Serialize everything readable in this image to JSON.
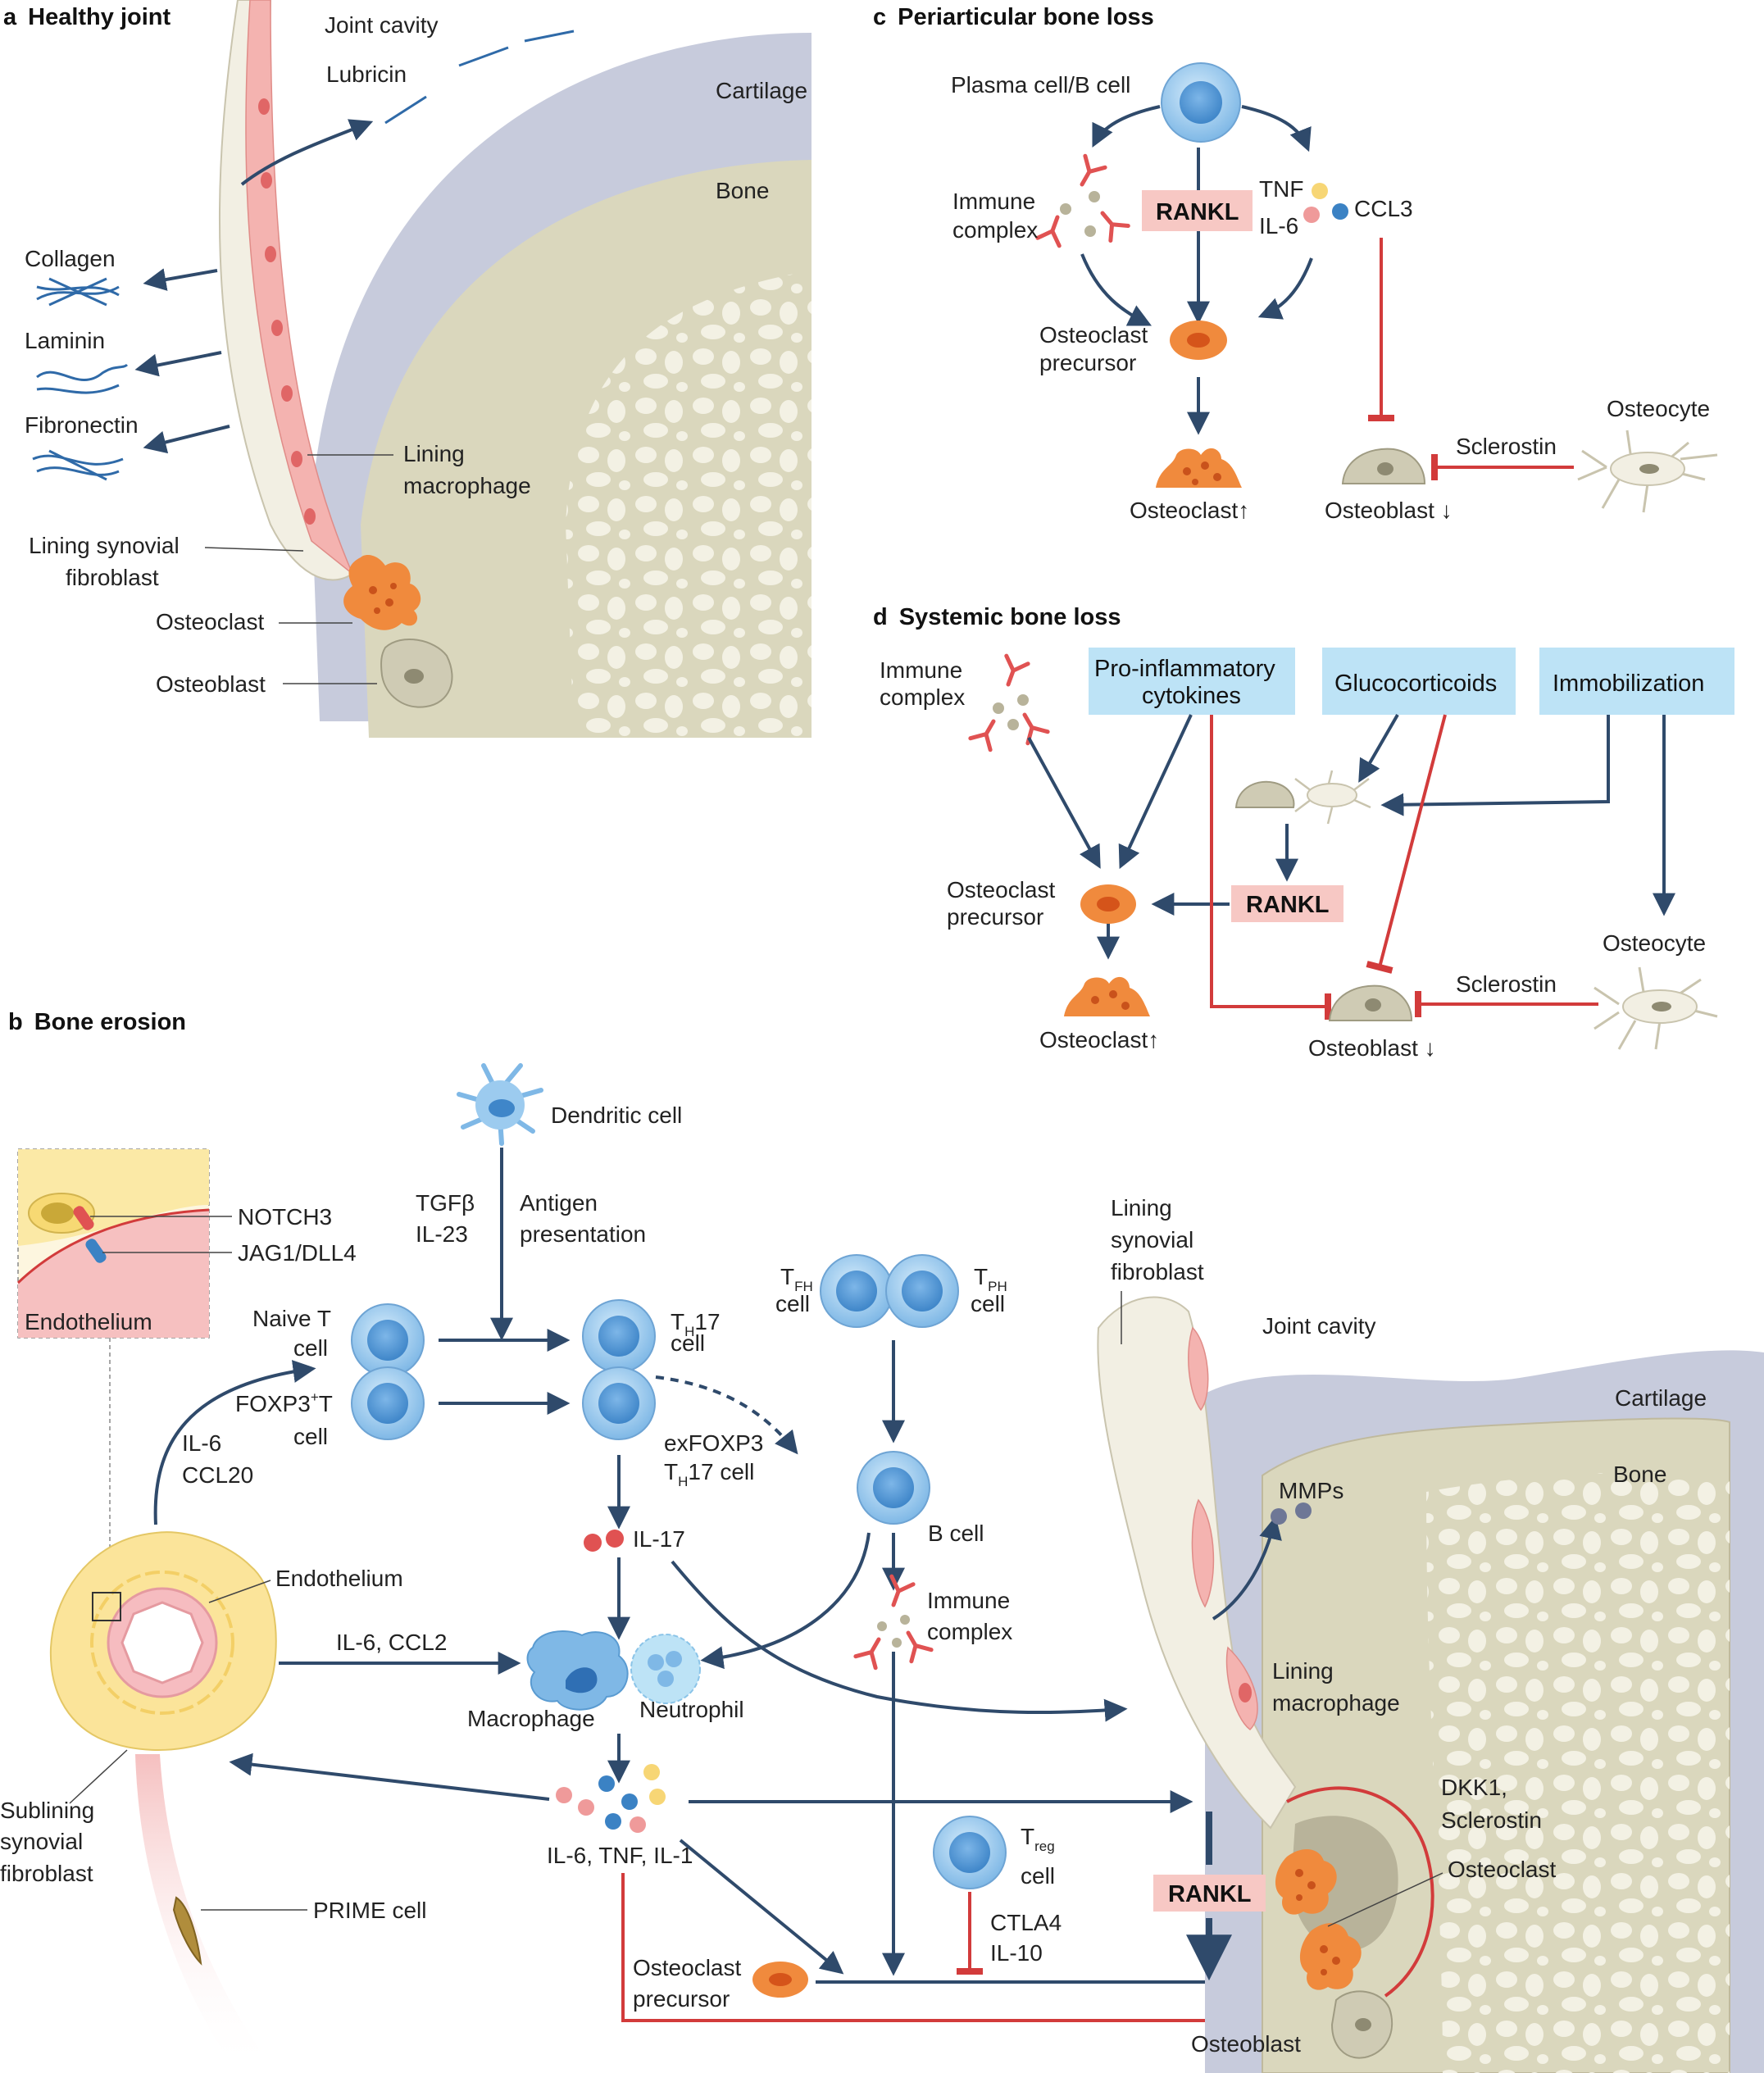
{
  "panels": {
    "a": {
      "letter": "a",
      "title": "Healthy joint"
    },
    "b": {
      "letter": "b",
      "title": "Bone erosion"
    },
    "c": {
      "letter": "c",
      "title": "Periarticular bone loss"
    },
    "d": {
      "letter": "d",
      "title": "Systemic bone loss"
    }
  },
  "a": {
    "joint_cavity": "Joint cavity",
    "lubricin": "Lubricin",
    "cartilage": "Cartilage",
    "bone": "Bone",
    "collagen": "Collagen",
    "laminin": "Laminin",
    "fibronectin": "Fibronectin",
    "lining_mac_1": "Lining",
    "lining_mac_2": "macrophage",
    "lining_fib_1": "Lining synovial",
    "lining_fib_2": "fibroblast",
    "osteoclast": "Osteoclast",
    "osteoblast": "Osteoblast"
  },
  "c": {
    "plasma": "Plasma cell/B cell",
    "immune_1": "Immune",
    "immune_2": "complex",
    "rankl": "RANKL",
    "tnf": "TNF",
    "il6": "IL-6",
    "ccl3": "CCL3",
    "ocp_1": "Osteoclast",
    "ocp_2": "precursor",
    "osteoclast": "Osteoclast↑",
    "osteoblast": "Osteoblast ↓",
    "sclerostin": "Sclerostin",
    "osteocyte": "Osteocyte"
  },
  "d": {
    "immune_1": "Immune",
    "immune_2": "complex",
    "proinf_1": "Pro-inflammatory",
    "proinf_2": "cytokines",
    "gluco": "Glucocorticoids",
    "immob": "Immobilization",
    "ocp_1": "Osteoclast",
    "ocp_2": "precursor",
    "rankl": "RANKL",
    "osteocyte": "Osteocyte",
    "sclerostin": "Sclerostin",
    "osteoclast": "Osteoclast↑",
    "osteoblast": "Osteoblast ↓"
  },
  "b": {
    "notch3": "NOTCH3",
    "jag1": "JAG1/DLL4",
    "endothelium_box": "Endothelium",
    "dendritic": "Dendritic cell",
    "tgfb": "TGFβ",
    "il23": "IL-23",
    "antigen_1": "Antigen",
    "antigen_2": "presentation",
    "naive_1": "Naive T",
    "naive_2": "cell",
    "foxp3_main": "FOXP3",
    "foxp3_sup": "+",
    "foxp3_t": "T",
    "foxp3_2": "cell",
    "th17_T": "T",
    "th17_H": "H",
    "th17_rest": "17",
    "th17_cell": "cell",
    "exfox": "exFOXP3",
    "exth17_T": "T",
    "exth17_H": "H",
    "exth17_rest": "17 cell",
    "tfh_T": "T",
    "tfh_sub": "FH",
    "tfh_cell": "cell",
    "tph_T": "T",
    "tph_sub": "PH",
    "tph_cell": "cell",
    "il6_1": "IL-6",
    "ccl20": "CCL20",
    "il17": "IL-17",
    "bcell": "B cell",
    "immune_1": "Immune",
    "immune_2": "complex",
    "endothelium": "Endothelium",
    "il6ccl2": "IL-6, CCL2",
    "macrophage": "Macrophage",
    "neutrophil": "Neutrophil",
    "cytokines": "IL-6, TNF, IL-1",
    "sub_1": "Sublining",
    "sub_2": "synovial",
    "sub_3": "fibroblast",
    "prime": "PRIME cell",
    "treg_T": "T",
    "treg_sub": "reg",
    "treg_cell": "cell",
    "ctla4": "CTLA4",
    "il10": "IL-10",
    "ocp_1": "Osteoclast",
    "ocp_2": "precursor",
    "rankl": "RANKL",
    "lsf_1": "Lining",
    "lsf_2": "synovial",
    "lsf_3": "fibroblast",
    "joint": "Joint cavity",
    "cartilage": "Cartilage",
    "bone": "Bone",
    "mmps": "MMPs",
    "lmac_1": "Lining",
    "lmac_2": "macrophage",
    "dkk1": "DKK1,",
    "sclerostin": "Sclerostin",
    "osteoclast": "Osteoclast",
    "osteoblast": "Osteoblast"
  },
  "colors": {
    "arrow": "#2f4a6b",
    "inhibit": "#d23b3b",
    "bone": "#dad7bd",
    "bone_pore": "#f3f1e4",
    "cartilage": "#c7cbdc",
    "cell_blue": "#9ccbef",
    "label_box_blue": "#bde3f6",
    "rankl_box": "#f7c8c4",
    "osteoclast": "#f08a3d",
    "osteoblast": "#cfcbb4"
  }
}
